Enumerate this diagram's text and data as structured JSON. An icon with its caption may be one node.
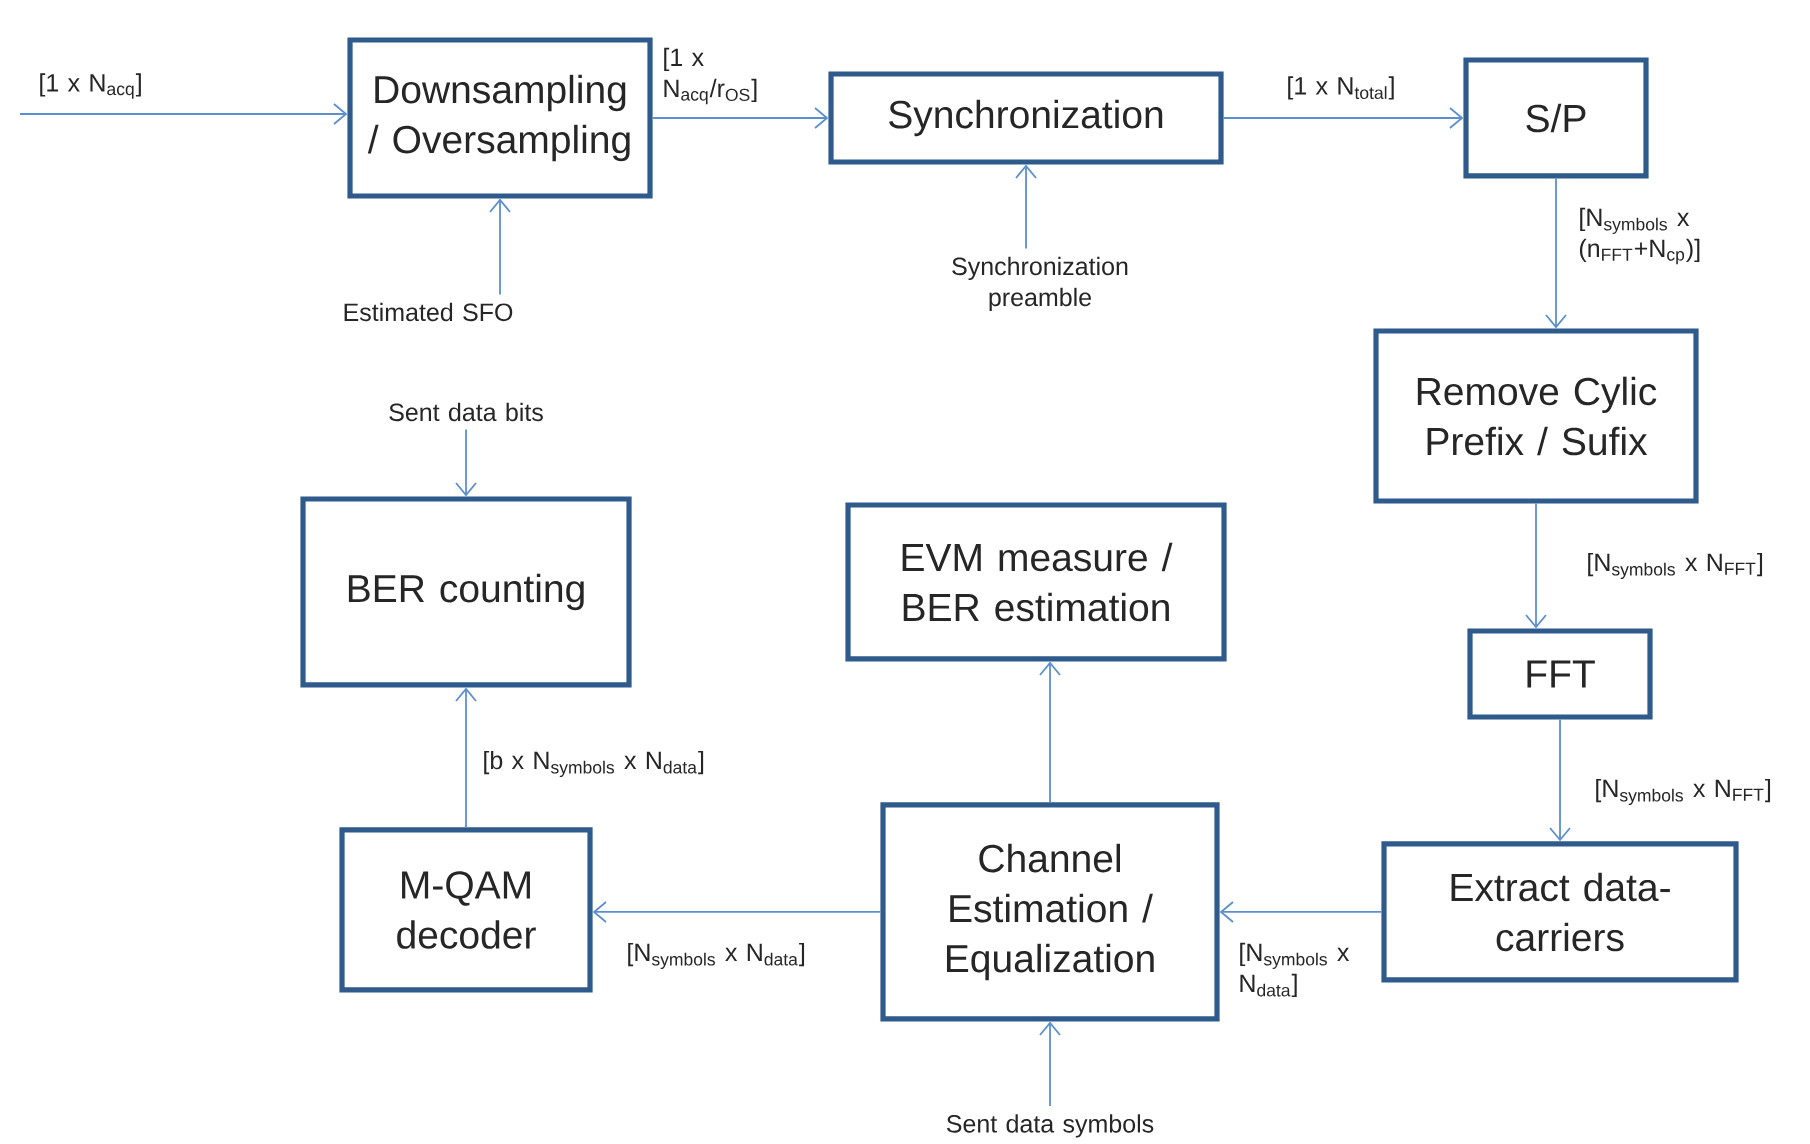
{
  "diagram": {
    "nodes": [
      {
        "text": [
          "Downsampling / Oversampling"
        ]
      },
      {
        "text": [
          "Synchronization"
        ]
      },
      {
        "text": [
          "S/P"
        ]
      },
      {
        "text": [
          "Remove Cylic Prefix / Sufix"
        ]
      },
      {
        "text": [
          "FFT"
        ]
      },
      {
        "text": [
          "Extract data-carriers"
        ]
      },
      {
        "text": [
          "Channel Estimation / Equalization"
        ]
      },
      {
        "text": [
          "EVM measure / BER estimation"
        ]
      },
      {
        "text": [
          "M-QAM decoder"
        ]
      },
      {
        "text": [
          "BER counting"
        ]
      },
      {
        "text": [
          "Estimated SFO"
        ]
      },
      {
        "text": [
          "Synchronization preamble"
        ]
      },
      {
        "text": [
          "Sent data bits"
        ]
      },
      {
        "text": [
          "Sent data symbols"
        ]
      }
    ],
    "edges": [
      {
        "from": null,
        "to": 0,
        "arrow": "to",
        "label": "[1 x N$_{acq}$]"
      },
      {
        "from": 0,
        "to": 1,
        "arrow": "to",
        "label": "[1 x N$_{acq}$/r$_{OS}$]"
      },
      {
        "from": 1,
        "to": 2,
        "arrow": "to",
        "label": "[1 x N$_{total}$]"
      },
      {
        "from": 10,
        "to": 0,
        "arrow": "to"
      },
      {
        "from": 11,
        "to": 1,
        "arrow": "to"
      },
      {
        "from": 2,
        "to": 3,
        "arrow": "to",
        "label": "[N$_{symbols}$ x (n$_{FFT}$+N$_{cp}$)]"
      },
      {
        "from": 3,
        "to": 4,
        "arrow": "to",
        "label": "[N$_{symbols}$ x N$_{FFT}$]"
      },
      {
        "from": 4,
        "to": 5,
        "arrow": "to",
        "label": "[N$_{symbols}$ x N$_{FFT}$]"
      },
      {
        "from": 5,
        "to": 6,
        "arrow": "to",
        "label": "[N$_{symbols}$ x N$_{data}$]"
      },
      {
        "from": 6,
        "to": 8,
        "arrow": "to",
        "label": "[N$_{symbols}$ x N$_{data}$]"
      },
      {
        "from": 6,
        "to": 7,
        "arrow": "to"
      },
      {
        "from": 8,
        "to": 9,
        "arrow": "to",
        "label": "[b x N$_{symbols}$ x N$_{data}$]"
      },
      {
        "from": 12,
        "to": 9,
        "arrow": "to"
      },
      {
        "from": 13,
        "to": 6,
        "arrow": "to"
      }
    ]
  }
}
